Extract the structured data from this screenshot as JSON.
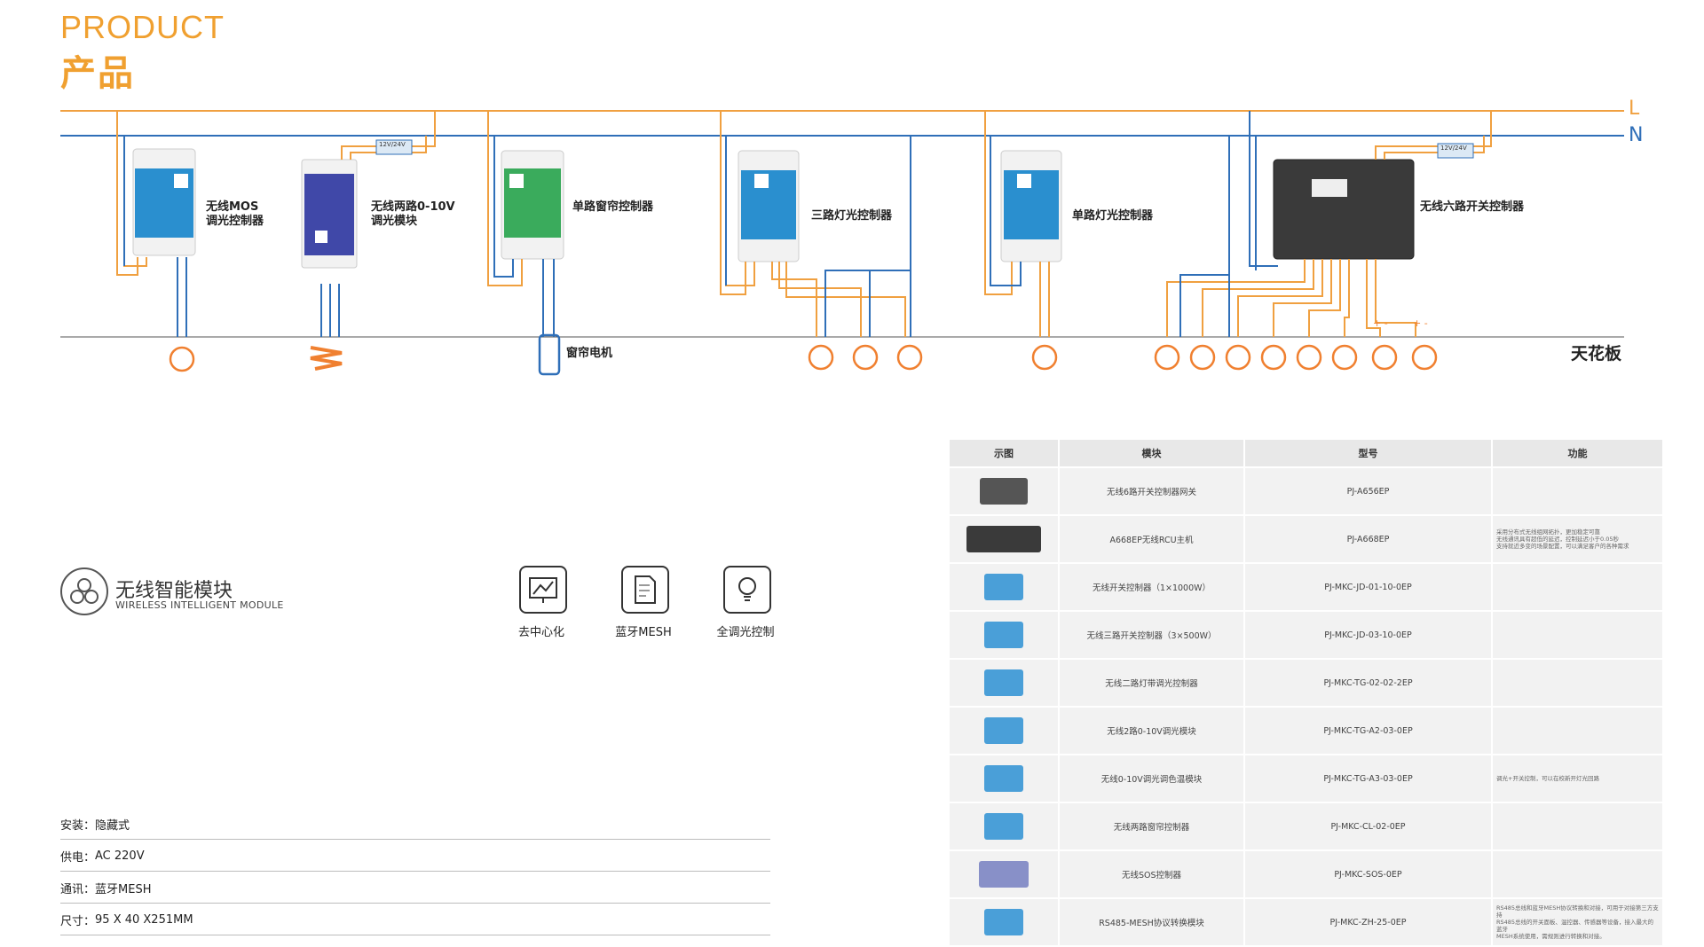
{
  "header": {
    "title_en": "PRODUCT",
    "title_zh": "产品"
  },
  "diagram": {
    "line_L": "L",
    "line_N": "N",
    "ceiling_label": "天花板",
    "supply_tag": "12V/24V",
    "device_labels": [
      "无线MOS\n调光控制器",
      "无线两路0-10V\n调光模块",
      "单路窗帘控制器",
      "三路灯光控制器",
      "单路灯光控制器",
      "无线六路开关控制器"
    ],
    "curtain_motor_label": "窗帘电机",
    "plus_minus": "+ -",
    "colors": {
      "L": "#f0a040",
      "N": "#2f6fb8",
      "wire_orange": "#f0a040",
      "wire_blue": "#2f6fb8",
      "lamp": "#f08030"
    }
  },
  "module": {
    "title_zh": "无线智能模块",
    "title_en": "WIRELESS INTELLIGENT MODULE",
    "features": [
      {
        "label": "去中心化",
        "icon": "decentralized-chart-icon"
      },
      {
        "label": "蓝牙MESH",
        "icon": "bluetooth-mesh-document-icon"
      },
      {
        "label": "全调光控制",
        "icon": "bulb-dimming-icon"
      }
    ]
  },
  "specs": [
    {
      "key": "安装：",
      "value": "隐藏式"
    },
    {
      "key": "供电：",
      "value": "AC 220V"
    },
    {
      "key": "通讯：",
      "value": "蓝牙MESH"
    },
    {
      "key": "尺寸：",
      "value": "95 X 40 X251MM"
    }
  ],
  "table": {
    "headers": [
      "示图",
      "模块",
      "型号",
      "功能"
    ],
    "rows": [
      {
        "module": "无线6路开关控制器网关",
        "model": "PJ-A656EP",
        "func": ""
      },
      {
        "module": "A668EP无线RCU主机",
        "model": "PJ-A668EP",
        "func": "采用分布式无线组网拓扑，更加稳定可靠\n无线通讯具有超低的延迟，控制延迟小于0.05秒\n支持就近多变的场景配置，可以满足客户的各种需求"
      },
      {
        "module": "无线开关控制器（1×1000W）",
        "model": "PJ-MKC-JD-01-10-0EP",
        "func": ""
      },
      {
        "module": "无线三路开关控制器（3×500W）",
        "model": "PJ-MKC-JD-03-10-0EP",
        "func": ""
      },
      {
        "module": "无线二路灯带调光控制器",
        "model": "PJ-MKC-TG-02-02-2EP",
        "func": ""
      },
      {
        "module": "无线2路0-10V调光模块",
        "model": "PJ-MKC-TG-A2-03-0EP",
        "func": ""
      },
      {
        "module": "无线0-10V调光调色温模块",
        "model": "PJ-MKC-TG-A3-03-0EP",
        "func": "调光+开关控制，可以在校新开灯光回路"
      },
      {
        "module": "无线两路窗帘控制器",
        "model": "PJ-MKC-CL-02-0EP",
        "func": ""
      },
      {
        "module": "无线SOS控制器",
        "model": "PJ-MKC-SOS-0EP",
        "func": ""
      },
      {
        "module": "RS485-MESH协议转换模块",
        "model": "PJ-MKC-ZH-25-0EP",
        "func": "RS485总线和蓝牙MESH协议转换和对接，可用于对接第三方支持\nRS485总线的开关面板、温控器、传感器等设备，接入最大的蓝牙\nMESH系统使用，需规则进行转换和对接。"
      }
    ]
  }
}
